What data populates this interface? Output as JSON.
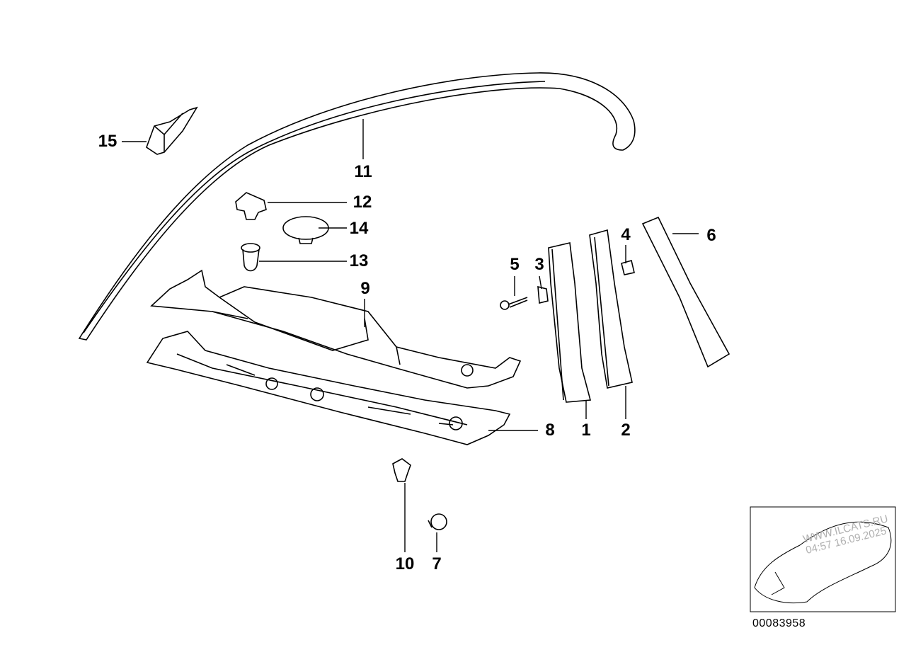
{
  "diagram": {
    "callouts": [
      "1",
      "2",
      "3",
      "4",
      "5",
      "6",
      "7",
      "8",
      "9",
      "10",
      "11",
      "12",
      "13",
      "14",
      "15"
    ],
    "document_number": "00083958",
    "watermark": {
      "line1": "WWW.ILCATS.RU",
      "line2": "04:57 16.09.2025"
    }
  }
}
